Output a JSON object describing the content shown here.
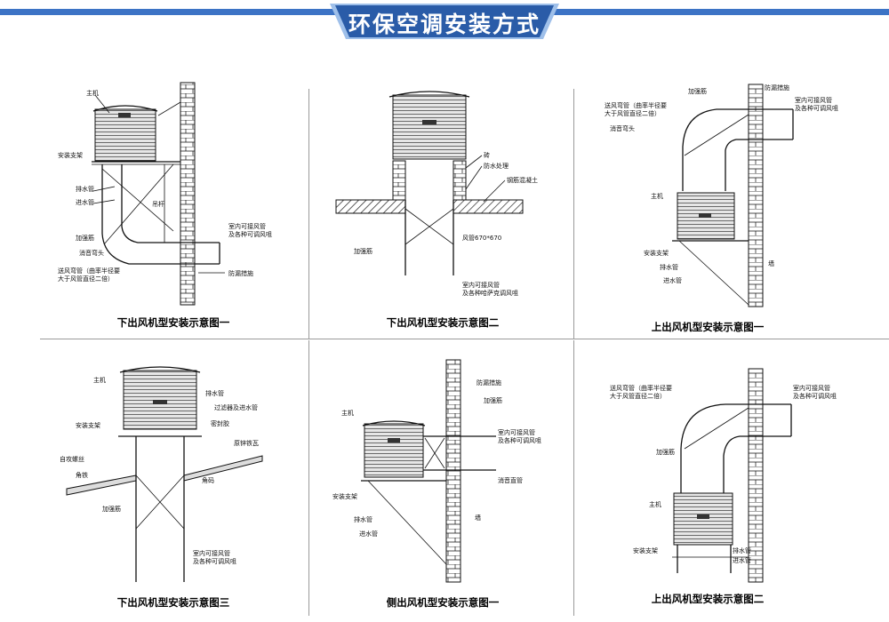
{
  "header": {
    "title": "环保空调安装方式",
    "accent_color": "#3c73c5",
    "banner_color": "#2a5ca8"
  },
  "panels": [
    {
      "caption": "下出风机型安装示意图一",
      "labels": [
        "主机",
        "安装支架",
        "排水管",
        "进水管",
        "吊杆",
        "加强筋",
        "消音弯头",
        "送风弯管（曲率半径要",
        "大于风管直径二倍）",
        "室内可接风管",
        "及各种可调风咀",
        "防漏措施"
      ]
    },
    {
      "caption": "下出风机型安装示意图二",
      "labels": [
        "砖",
        "防水处理",
        "钢筋混凝土",
        "风管670*670",
        "加强筋",
        "室内可接风管",
        "及各种哈萨克调风咀"
      ]
    },
    {
      "caption": "上出风机型安装示意图一",
      "labels": [
        "加强筋",
        "防漏措施",
        "送风弯管（曲率半径要",
        "大于风管直径二倍）",
        "消音弯头",
        "室内可接风管",
        "及各种可调风咀",
        "主机",
        "安装支架",
        "排水管",
        "进水管",
        "墙"
      ]
    },
    {
      "caption": "下出风机型安装示意图三",
      "labels": [
        "主机",
        "排水管",
        "过滤器及进水管",
        "安装支架",
        "密封胶",
        "自攻螺丝",
        "原锌铁瓦",
        "角铁",
        "角码",
        "加强筋",
        "室内可接风管",
        "及各种可调风咀"
      ]
    },
    {
      "caption": "侧出风机型安装示意图一",
      "labels": [
        "防漏措施",
        "加强筋",
        "主机",
        "室内可接风管",
        "及各种可调风咀",
        "消音直管",
        "安装支架",
        "排水管",
        "进水管",
        "墙"
      ]
    },
    {
      "caption": "上出风机型安装示意图二",
      "labels": [
        "送风弯管（曲率半径要",
        "大于风管直径二倍）",
        "室内可接风管",
        "及各种可调风咀",
        "加强筋",
        "主机",
        "安装支架",
        "排水管",
        "进水管"
      ]
    }
  ]
}
